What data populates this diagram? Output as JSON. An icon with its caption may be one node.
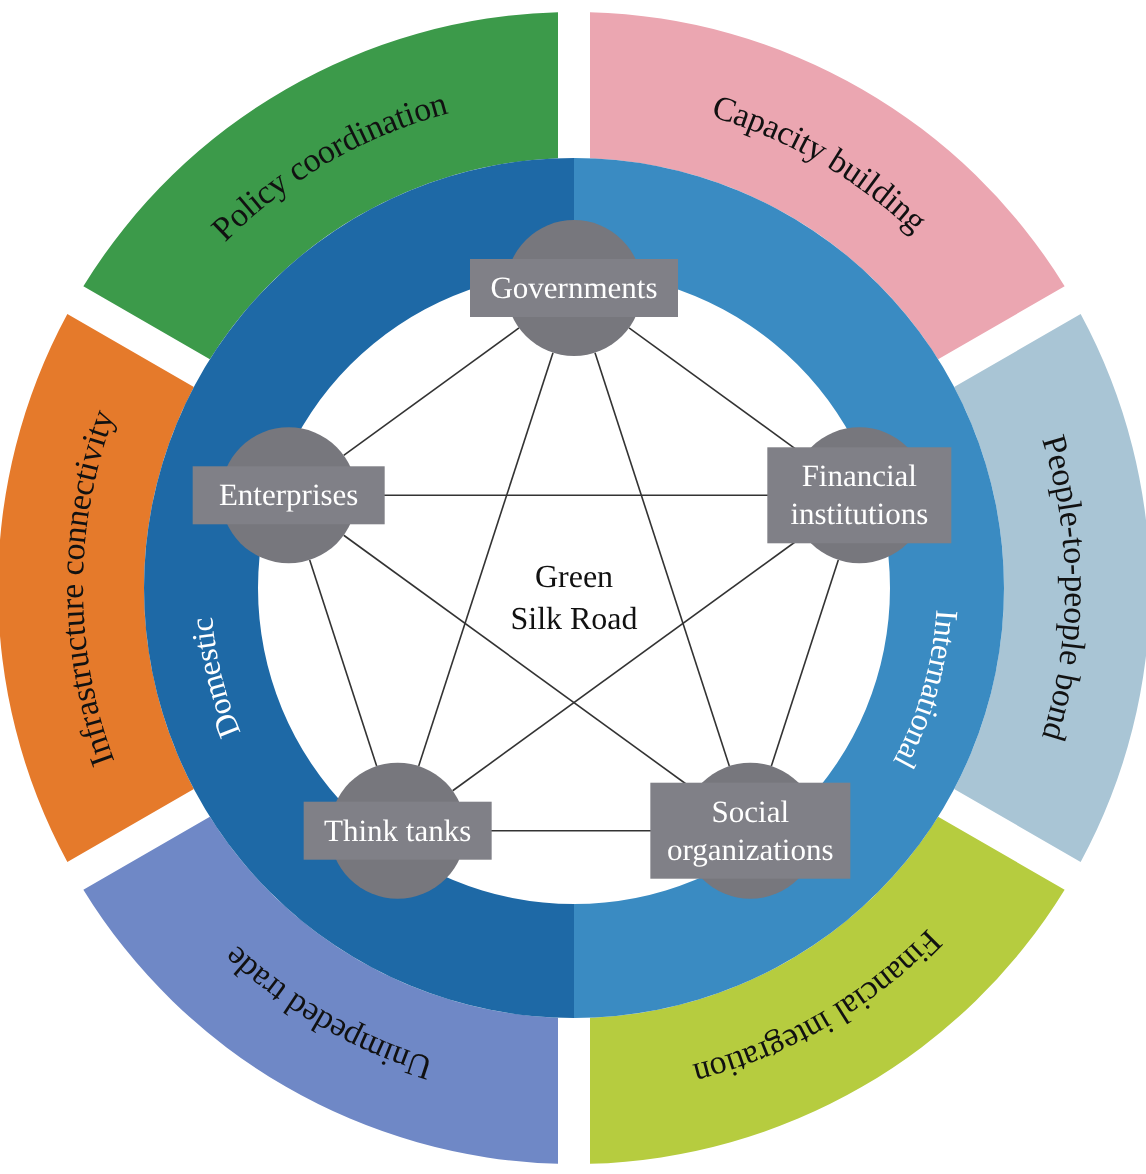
{
  "diagram": {
    "nodes": [
      {
        "text": [
          "Policy coordination"
        ]
      },
      {
        "text": [
          "Capacity building"
        ]
      },
      {
        "text": [
          "People-to-people bond"
        ]
      },
      {
        "text": [
          "Financial integration"
        ]
      },
      {
        "text": [
          "Unimpeded trade"
        ]
      },
      {
        "text": [
          "Infrastructure connectivity"
        ]
      },
      {
        "text": [
          "Domestic"
        ]
      },
      {
        "text": [
          "International"
        ]
      },
      {
        "text": [
          "Governments"
        ]
      },
      {
        "text": [
          "Enterprises"
        ]
      },
      {
        "text": [
          "Financial institutions"
        ]
      },
      {
        "text": [
          "Think tanks"
        ]
      },
      {
        "text": [
          "Social organizations"
        ]
      }
    ],
    "edges": [
      {
        "from": 8,
        "to": 9,
        "arrow": "none"
      },
      {
        "from": 8,
        "to": 10,
        "arrow": "none"
      },
      {
        "from": 8,
        "to": 11,
        "arrow": "none"
      },
      {
        "from": 8,
        "to": 12,
        "arrow": "none"
      },
      {
        "from": 9,
        "to": 10,
        "arrow": "none"
      },
      {
        "from": 9,
        "to": 11,
        "arrow": "none"
      },
      {
        "from": 9,
        "to": 12,
        "arrow": "none"
      },
      {
        "from": 10,
        "to": 11,
        "arrow": "none"
      },
      {
        "from": 10,
        "to": 12,
        "arrow": "none"
      },
      {
        "from": 11,
        "to": 12,
        "arrow": "none"
      }
    ],
    "labels": [
      "Green Silk Road"
    ]
  }
}
